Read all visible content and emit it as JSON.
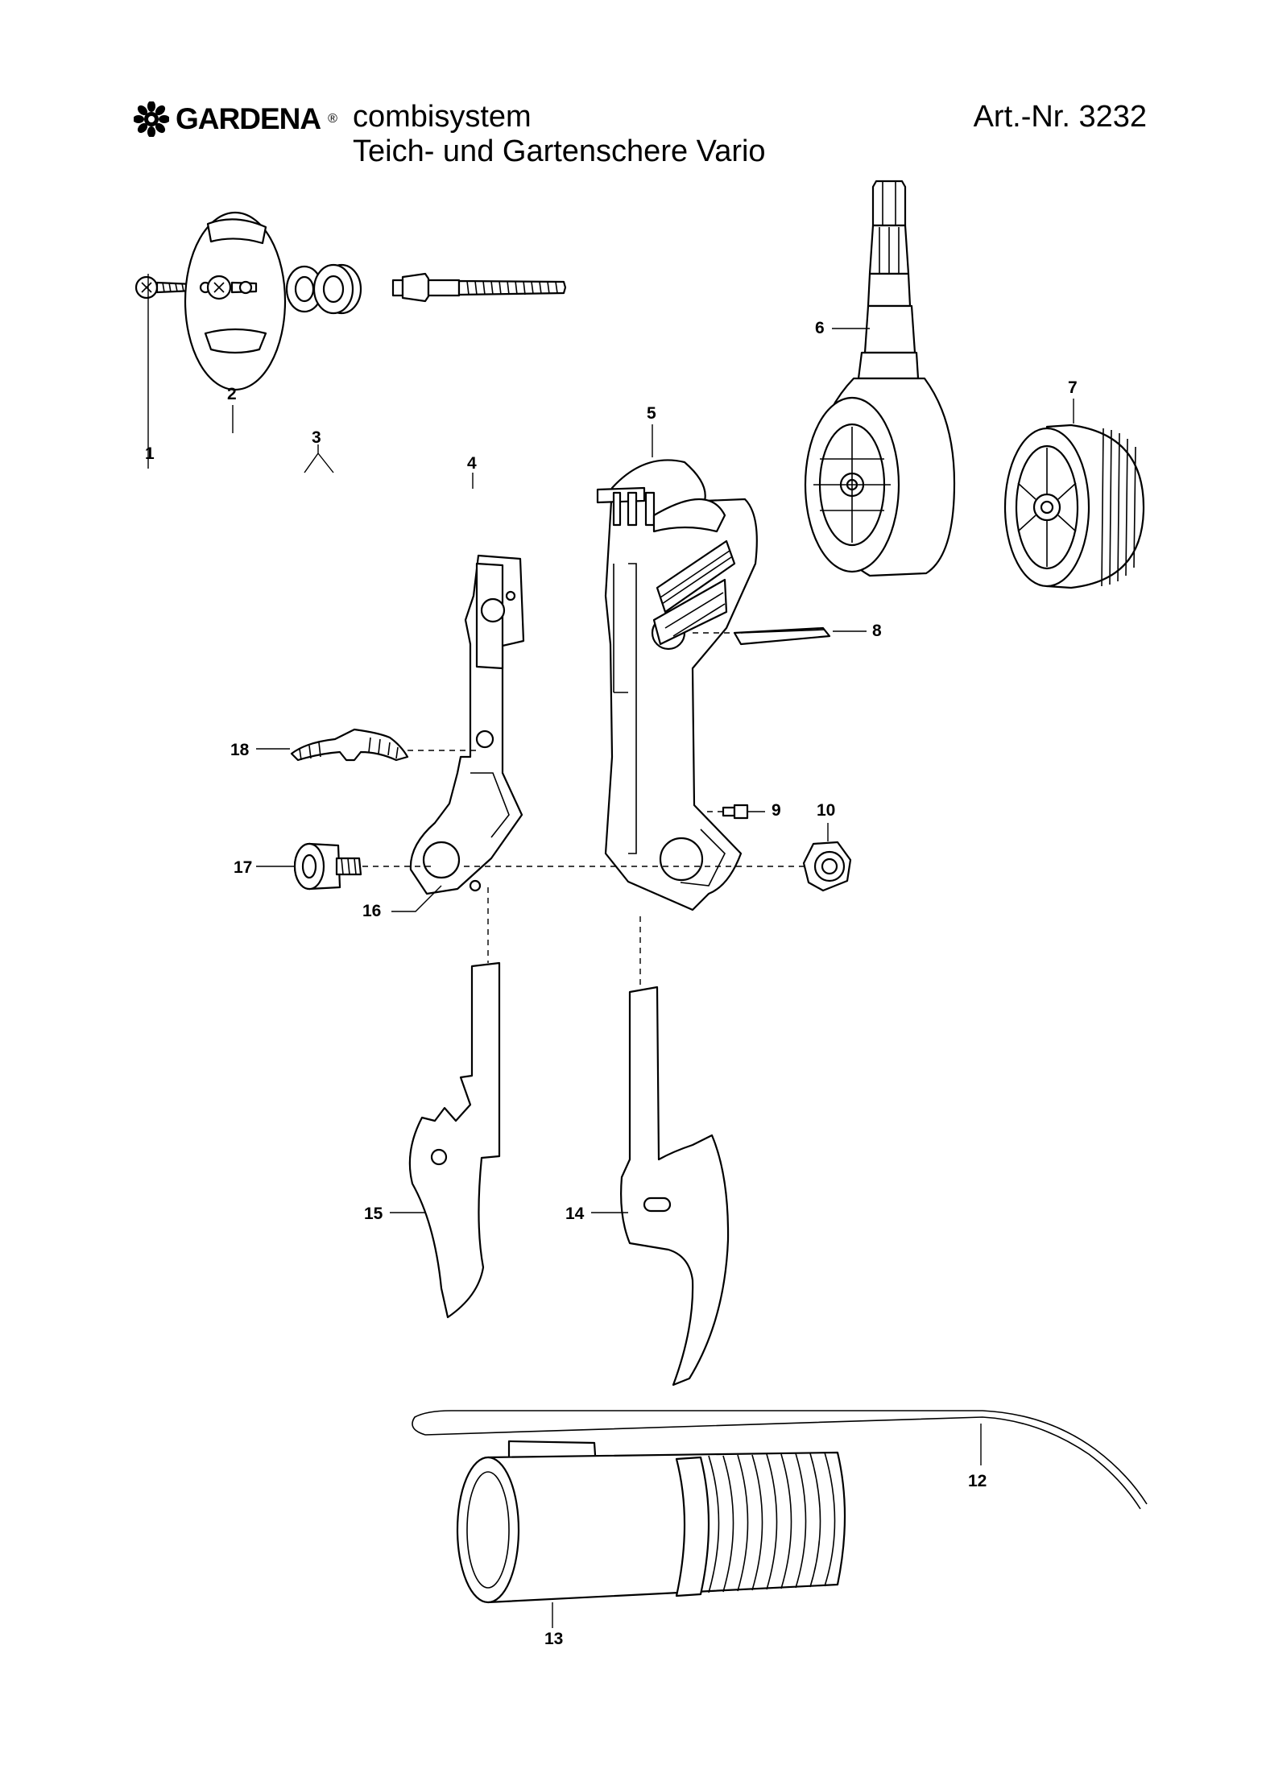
{
  "header": {
    "brand": "GARDENA",
    "brand_mark": "®",
    "product_line": "combisystem",
    "product_name": "Teich- und Gartenschere Vario",
    "article_number": "Art.-Nr. 3232"
  },
  "parts": [
    {
      "number": "1",
      "icon": "screw-icon"
    },
    {
      "number": "2",
      "icon": "cover-plate-icon"
    },
    {
      "number": "3",
      "icon": "washers-icon"
    },
    {
      "number": "4",
      "icon": "threaded-rod-icon"
    },
    {
      "number": "5",
      "icon": "head-housing-icon"
    },
    {
      "number": "6",
      "icon": "shaft-joint-icon"
    },
    {
      "number": "7",
      "icon": "adjuster-wheel-icon"
    },
    {
      "number": "8",
      "icon": "clip-icon"
    },
    {
      "number": "9",
      "icon": "small-pin-icon"
    },
    {
      "number": "10",
      "icon": "nut-icon"
    },
    {
      "number": "12",
      "icon": "pull-cord-icon"
    },
    {
      "number": "13",
      "icon": "spring-sleeve-icon"
    },
    {
      "number": "14",
      "icon": "right-blade-icon"
    },
    {
      "number": "15",
      "icon": "left-blade-icon"
    },
    {
      "number": "16",
      "icon": "lever-arm-icon"
    },
    {
      "number": "17",
      "icon": "pivot-bolt-icon"
    },
    {
      "number": "18",
      "icon": "spring-plate-icon"
    }
  ]
}
